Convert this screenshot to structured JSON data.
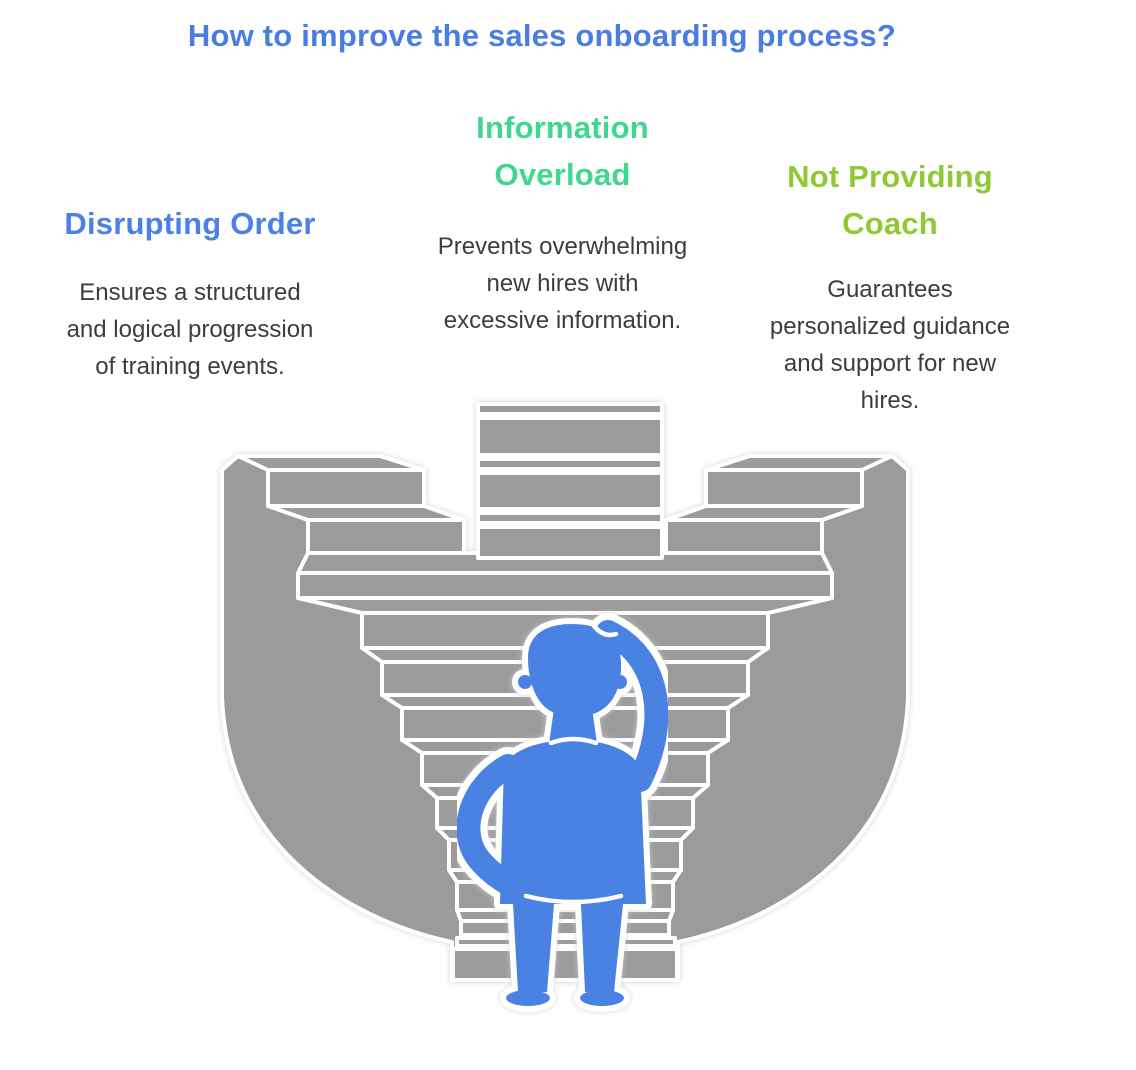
{
  "title": {
    "text": "How to improve the sales onboarding process?"
  },
  "colors": {
    "title_blue": "#4a7de2",
    "heading_blue": "#4a80e8",
    "heading_green": "#3fd68e",
    "heading_lime": "#8fca35",
    "body_text": "#3d3d3d",
    "structure_gray": "#9b9b9b",
    "outline_white": "#ffffff",
    "person_blue": "#4a82e2"
  },
  "columns": [
    {
      "id": "disrupting-order",
      "heading": "Disrupting Order",
      "heading_color": "#4a80e8",
      "body": "Ensures a structured\nand logical progression\nof training events."
    },
    {
      "id": "information-overload",
      "heading": "Information\nOverload",
      "heading_color": "#3fd68e",
      "body": "Prevents overwhelming\nnew hires with\nexcessive information."
    },
    {
      "id": "not-providing-coach",
      "heading": "Not Providing\nCoach",
      "heading_color": "#8fca35",
      "body": "Guarantees\npersonalized guidance\nand support for new\nhires."
    }
  ],
  "illustration": {
    "description": "Confused person in blue scratching head while facing a broken gray funnel-shaped staircase with a central tower and two stepped side wings"
  }
}
